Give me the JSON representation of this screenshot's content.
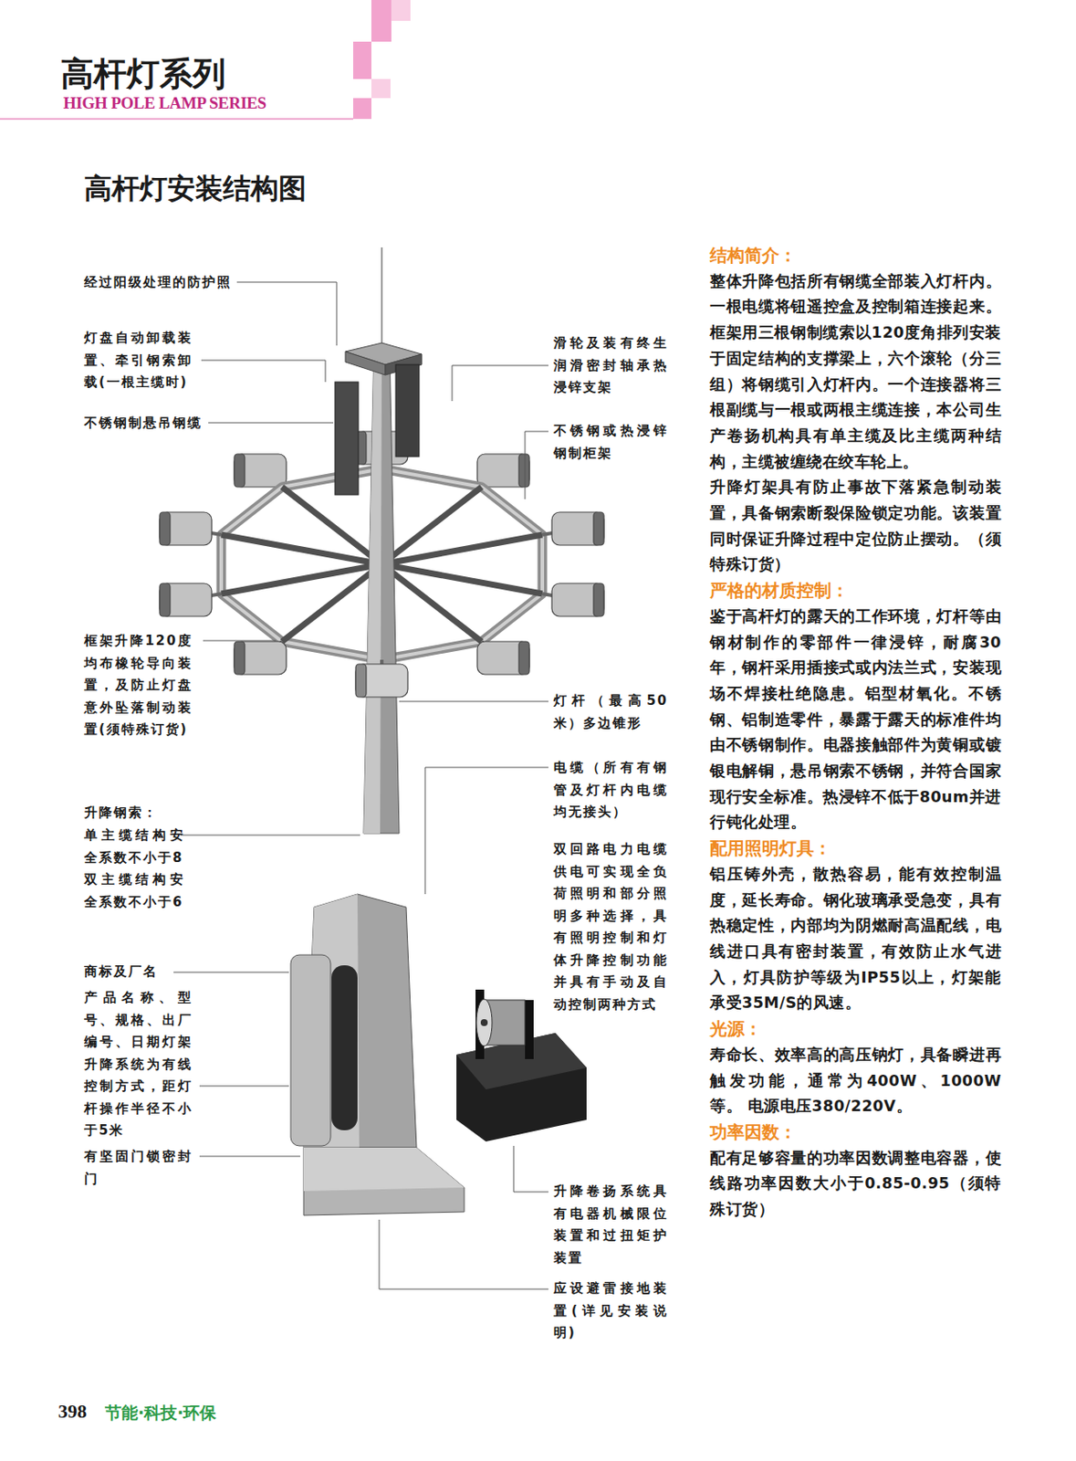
{
  "diagram": {
    "title": "高杆灯安装结构图",
    "labels": [
      "高杆灯系列",
      "HIGH POLE LAMP SERIES",
      "经过阳级处理的防护照",
      "灯盘自动卸载装置、牵引钢索卸载(一根主缆时)",
      "不锈钢制悬吊钢缆",
      "框架升降120度均布橡轮导向装置，及防止灯盘意外坠落制动装置(须特殊订货)",
      "升降钢索：",
      "单主缆结构安全系数不小于8",
      "双主缆结构安全系数不小于6",
      "商标及厂名",
      "产品名称、型号、规格、出厂编号、日期灯架升降系统为有线控制方式，距灯杆操作半径不小于5米",
      "有坚固门锁密封门",
      "滑轮及装有终生润滑密封轴承热浸锌支架",
      "不锈钢或热浸锌钢制柜架",
      "灯杆（最高50米）多边锥形",
      "电缆（所有有钢管及灯杆内电缆均无接头）",
      "双回路电力电缆供电可实现全负荷照明和部分照明多种选择，具有照明控制和灯体升降控制功能并具有手动及自动控制两种方式",
      "升降卷扬系统具有电器机械限位装置和过扭矩护装置",
      "应设避雷接地装置(详见安装说明)",
      "结构简介：",
      "整体升降包括所有钢缆全部装入灯杆内。一根电缆将钮遥控盒及控制箱连接起来。框架用三根钢制缆索以120度角排列安装于固定结构的支撑梁上，六个滚轮（分三组）将钢缆引入灯杆内。一个连接器将三根副缆与一根或两根主缆连接，本公司生产卷扬机构具有单主缆及比主缆两种结构，主缆被缠绕在绞车轮上。",
      "升降灯架具有防止事故下落紧急制动装置，具备钢索断裂保险锁定功能。该装置同时保证升降过程中定位防止摆动。（须特殊订货）",
      "严格的材质控制：",
      "鉴于高杆灯的露天的工作环境，灯杆等由钢材制作的零部件一律浸锌，耐腐30年，钢杆采用插接式或内法兰式，安装现场不焊接杜绝隐患。铝型材氧化。不锈钢、铝制造零件，暴露于露天的标准件均由不锈钢制作。电器接触部件为黄铜或镀银电解铜，悬吊钢索不锈钢，并符合国家现行安全标准。热浸锌不低于80um并进行钝化处理。",
      "配用照明灯具：",
      "铝压铸外壳，散热容易，能有效控制温度，延长寿命。钢化玻璃承受急变，具有热稳定性，内部均为阴燃耐高温配线，电线进口具有密封装置，有效防止水气进入，灯具防护等级为IP55以上，灯架能承受35M/S的风速。",
      "光源：",
      "寿命长、效率高的高压钠灯，具备瞬进再触发功能，通常为400W、1000W 等。 电源电压380/220V。",
      "功率因数：",
      "配有足够容量的功率因数调整电容器，使线路功率因数大小于0.85-0.95（须特殊订货）",
      "398",
      "节能·科技·环保"
    ]
  }
}
